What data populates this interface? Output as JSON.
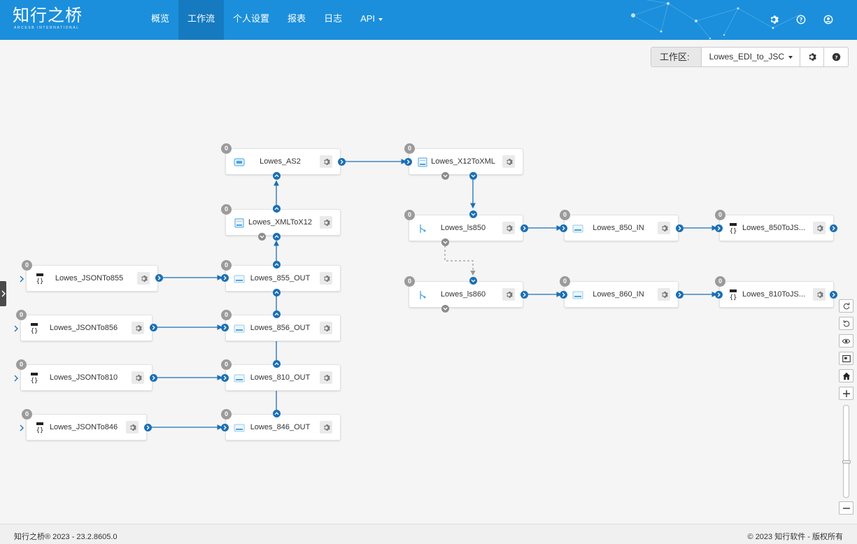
{
  "app": {
    "logo_cn": "知行之桥",
    "logo_en": "ARCESB INTERNATIONAL"
  },
  "nav": {
    "items": [
      {
        "label": "概览"
      },
      {
        "label": "工作流"
      },
      {
        "label": "个人设置"
      },
      {
        "label": "报表"
      },
      {
        "label": "日志"
      },
      {
        "label": "API"
      }
    ]
  },
  "workspace": {
    "label": "工作区:",
    "selected": "Lowes_EDI_to_JSC"
  },
  "nodes": {
    "as2": {
      "name": "Lowes_AS2",
      "count": "0"
    },
    "x12toxml": {
      "name": "Lowes_X12ToXML",
      "count": "0"
    },
    "xmltox12": {
      "name": "Lowes_XMLToX12",
      "count": "0"
    },
    "ls850": {
      "name": "Lowes_ls850",
      "count": "0"
    },
    "in850": {
      "name": "Lowes_850_IN",
      "count": "0"
    },
    "json850": {
      "name": "Lowes_850ToJS...",
      "count": "0"
    },
    "ls860": {
      "name": "Lowes_ls860",
      "count": "0"
    },
    "in860": {
      "name": "Lowes_860_IN",
      "count": "0"
    },
    "json810": {
      "name": "Lowes_810ToJS...",
      "count": "0"
    },
    "jto855": {
      "name": "Lowes_JSONTo855",
      "count": "0"
    },
    "out855": {
      "name": "Lowes_855_OUT",
      "count": "0"
    },
    "jto856": {
      "name": "Lowes_JSONTo856",
      "count": "0"
    },
    "out856": {
      "name": "Lowes_856_OUT",
      "count": "0"
    },
    "jto810": {
      "name": "Lowes_JSONTo810",
      "count": "0"
    },
    "out810": {
      "name": "Lowes_810_OUT",
      "count": "0"
    },
    "jto846": {
      "name": "Lowes_JSONTo846",
      "count": "0"
    },
    "out846": {
      "name": "Lowes_846_OUT",
      "count": "0"
    }
  },
  "footer": {
    "left": "知行之桥® 2023 - 23.2.8605.0",
    "right": "© 2023 知行软件 - 版权所有"
  },
  "colors": {
    "header": "#1b8fdb",
    "active_nav": "#167ac0",
    "link": "#1b6fb5",
    "badge": "#9b9b9b"
  }
}
